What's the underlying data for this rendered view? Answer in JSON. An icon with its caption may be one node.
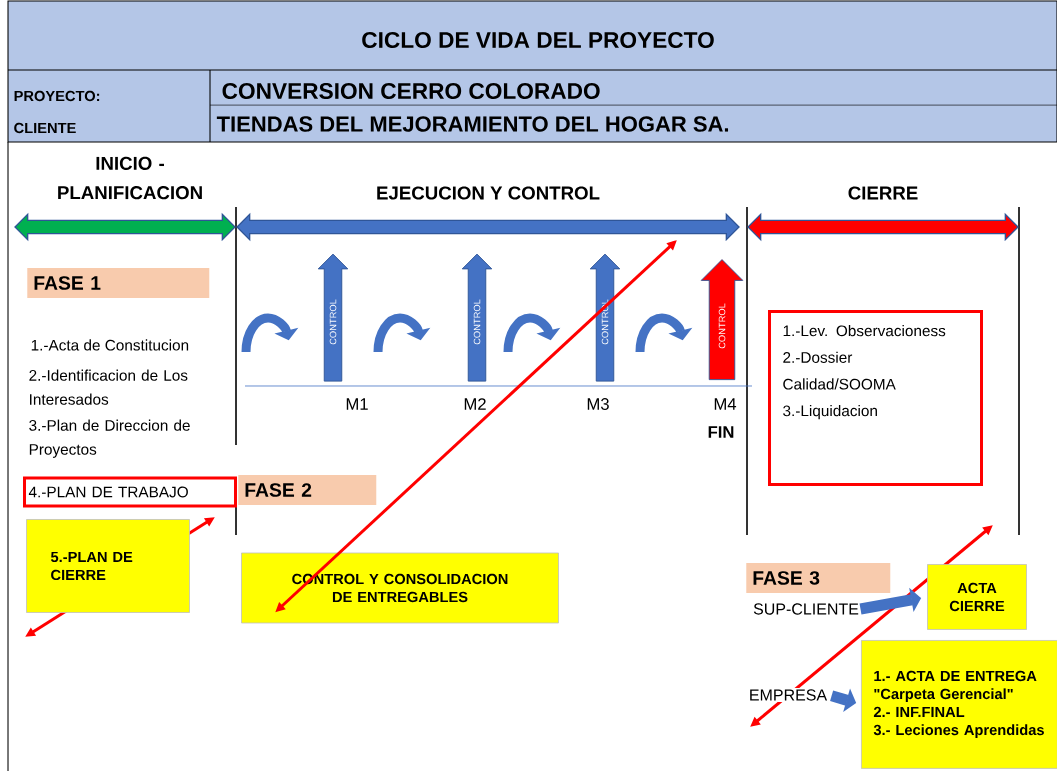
{
  "diagram": {
    "title": "CICLO DE VIDA DEL PROYECTO",
    "nodes": [
      {
        "text": [
          "FASE 1"
        ]
      },
      {
        "text": [
          "CONTROL"
        ]
      },
      {
        "text": [
          "CONTROL"
        ]
      },
      {
        "text": [
          "CONTROL"
        ]
      },
      {
        "text": [
          "CONTROL"
        ]
      },
      {
        "text": [
          "1.-Lev. Observacioness",
          "2.-Dossier Calidad/SOOMA",
          "3.-Liquidacion"
        ]
      },
      {
        "text": [
          "4.-PLAN DE TRABAJO"
        ]
      },
      {
        "text": [
          "FASE 2"
        ]
      },
      {
        "text": [
          "5.-PLAN DE CIERRE"
        ]
      },
      {
        "text": [
          "CONTROL Y CONSOLIDACION DE ENTREGABLES"
        ]
      },
      {
        "text": [
          "FASE 3"
        ]
      },
      {
        "text": [
          "SUP-CLIENTE"
        ]
      },
      {
        "text": [
          "ACTA CIERRE"
        ]
      },
      {
        "text": [
          "EMPRESA"
        ]
      },
      {
        "text": [
          "1.- ACTA DE ENTREGA \"Carpeta Gerencial\"",
          "2.- INF.FINAL",
          "3.- Leciones Aprendidas"
        ]
      }
    ],
    "edges": [
      {
        "from": 11,
        "to": 12,
        "arrow": "to"
      },
      {
        "from": 13,
        "to": 14,
        "arrow": "to"
      },
      {
        "from": null,
        "to": 9,
        "arrow": "both",
        "color": "#ff0000"
      }
    ],
    "labels": [
      "PROYECTO:",
      "CONVERSION CERRO COLORADO",
      "CLIENTE",
      "TIENDAS DEL MEJORAMIENTO DEL HOGAR SA.",
      "INICIO - PLANIFICACION",
      "EJECUCION Y CONTROL",
      "CIERRE",
      "1.-Acta de Constitucion",
      "2.-Identificacion de  Los Interesados",
      "3.-Plan de Direccion de Proyectos",
      "M1",
      "M2",
      "M3",
      "M4",
      "FIN"
    ]
  }
}
